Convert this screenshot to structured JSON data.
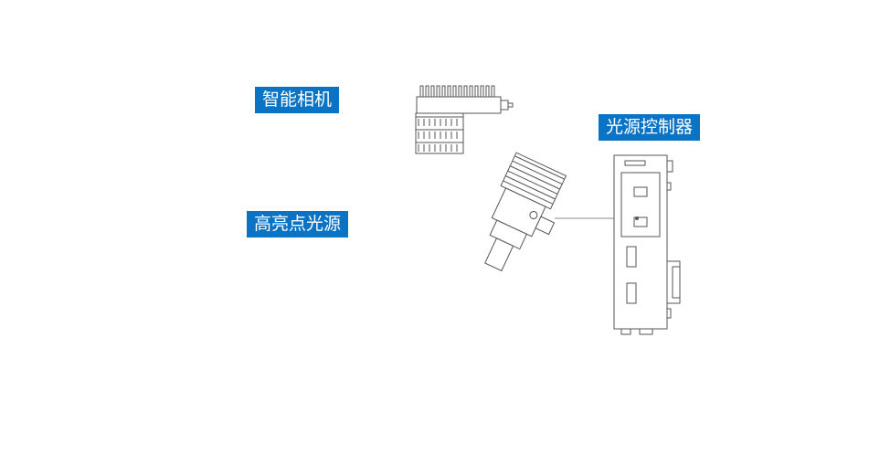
{
  "labels": {
    "camera": "智能相机",
    "light_source": "高亮点光源",
    "controller": "光源控制器"
  },
  "colors": {
    "label_background": "#0A73C3",
    "label_text": "#FFFFFF",
    "line_art": "#555555"
  },
  "icons": {
    "camera": "smart-camera-icon",
    "light_source": "spot-light-icon",
    "controller": "light-controller-icon"
  }
}
